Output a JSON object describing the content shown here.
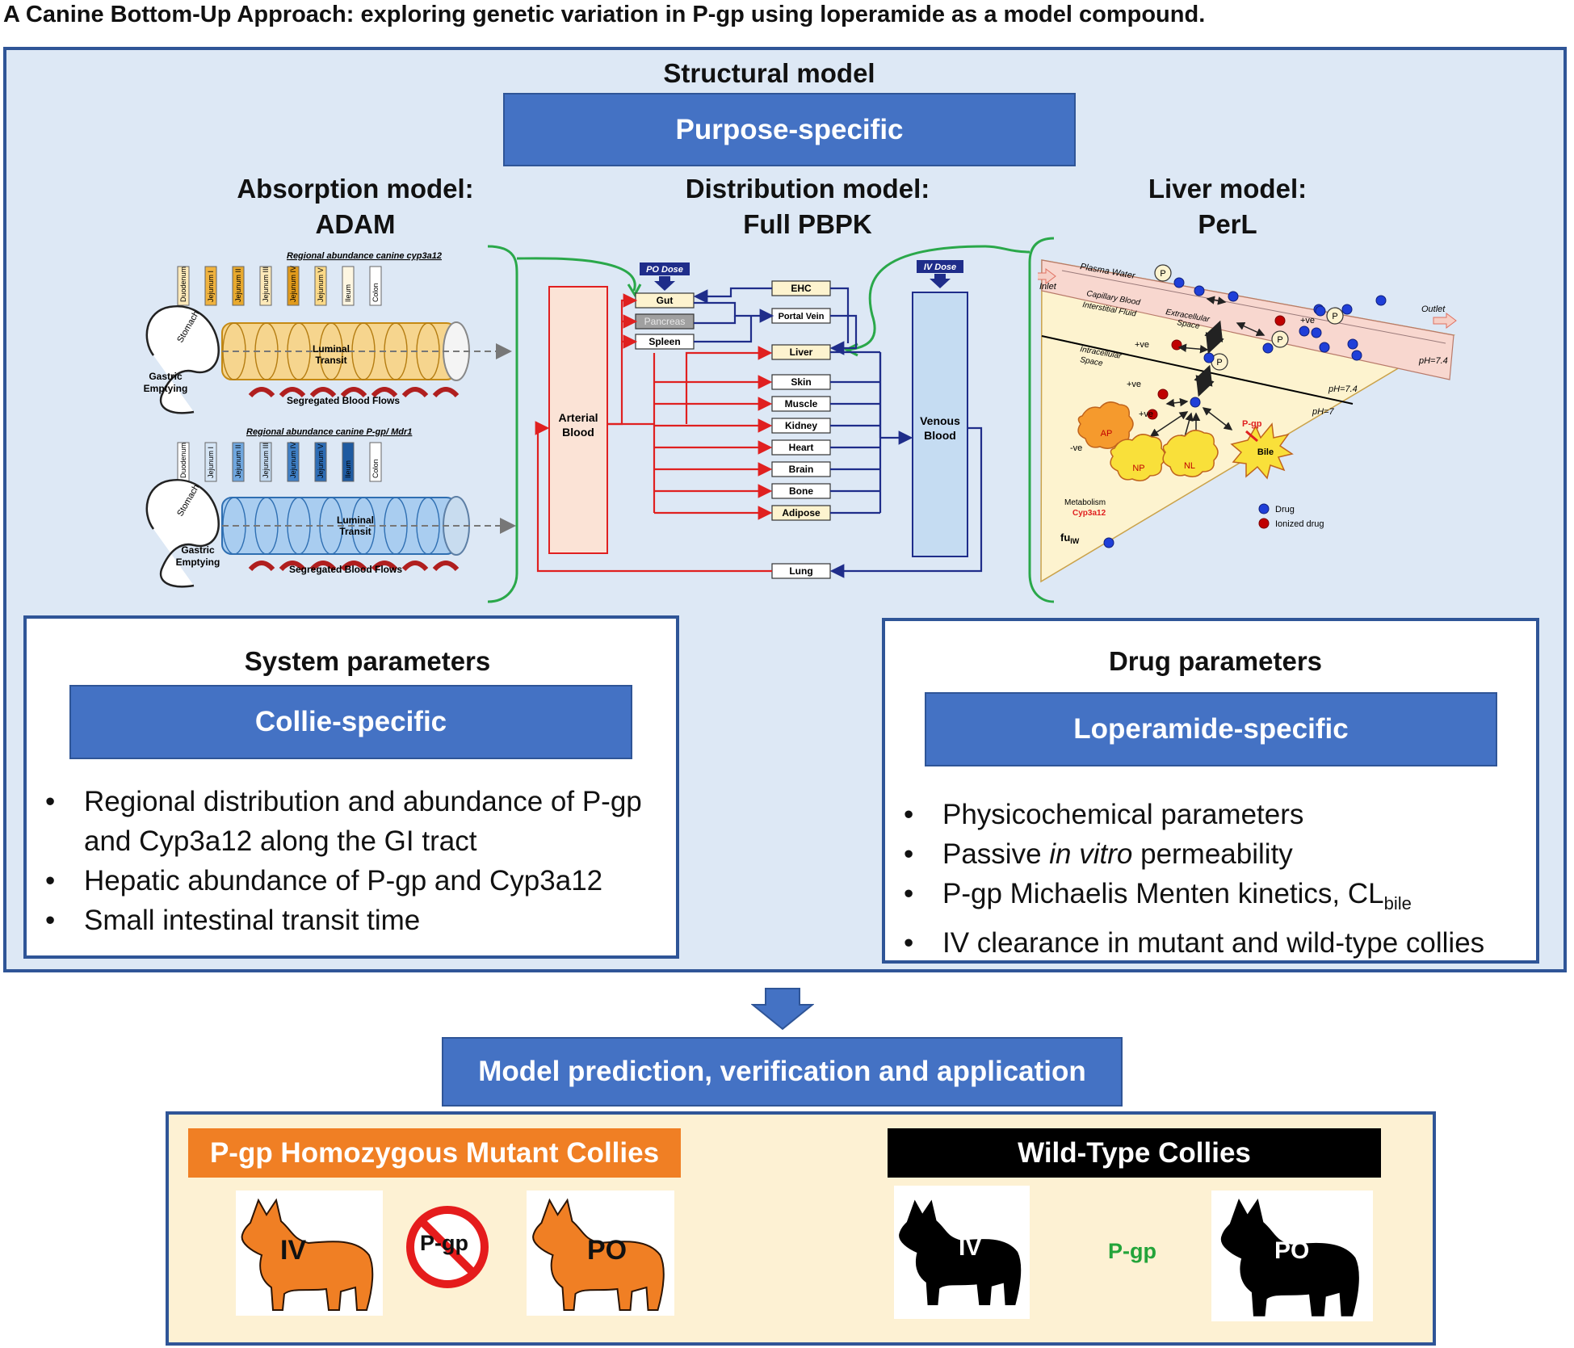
{
  "title": "A Canine Bottom-Up Approach: exploring genetic variation in P-gp using loperamide as a model compound.",
  "structural": {
    "heading": "Structural model",
    "banner": "Purpose-specific",
    "absorption_title_1": "Absorption model:",
    "absorption_title_2": "ADAM",
    "distribution_title_1": "Distribution model:",
    "distribution_title_2": "Full PBPK",
    "liver_title_1": "Liver model:",
    "liver_title_2": "PerL"
  },
  "adam": {
    "cyp_heading": "Regional abundance canine cyp3a12",
    "pgp_heading": "Regional abundance canine P-gp/ Mdr1",
    "segments": [
      "Duodenum",
      "Jejunum I",
      "Jejunum II",
      "Jejunum III",
      "Jejunum IV",
      "Jejunum V",
      "Ileum",
      "Colon"
    ],
    "stomach": "Stomach",
    "luminal_1": "Luminal",
    "luminal_2": "Transit",
    "gastric_1": "Gastric",
    "gastric_2": "Emptying",
    "blood_flows": "Segregated Blood Flows",
    "colors": {
      "cyp_tube": "#e8a92e",
      "pgp_tube": "#5b9bd5"
    }
  },
  "pbpk": {
    "po_dose": "PO Dose",
    "iv_dose": "IV Dose",
    "arterial_1": "Arterial",
    "arterial_2": "Blood",
    "venous_1": "Venous",
    "venous_2": "Blood",
    "gut": "Gut",
    "pancreas": "Pancreas",
    "spleen": "Spleen",
    "ehc": "EHC",
    "portal_vein": "Portal Vein",
    "liver": "Liver",
    "organs": [
      "Skin",
      "Muscle",
      "Kidney",
      "Heart",
      "Brain",
      "Bone",
      "Adipose"
    ],
    "lung": "Lung",
    "colors": {
      "arterial": "#e02020",
      "venous": "#1f2d8a",
      "organ_box": "#fdf3cf"
    }
  },
  "perl": {
    "plasma_water": "Plasma Water",
    "inlet": "Inlet",
    "outlet": "Outlet",
    "capillary_blood": "Capillary Blood",
    "interstitial_fluid": "Interstitial Fluid",
    "extracellular_1": "Extracellular",
    "extracellular_2": "Space",
    "intracellular_1": "Intracellular",
    "intracellular_2": "Space",
    "charge_pos": "+ve",
    "charge_neg": "-ve",
    "ph_74": "pH=7.4",
    "ph_7": "pH=7",
    "p_label": "P",
    "ap": "AP",
    "np": "NP",
    "nl": "NL",
    "pgp": "P-gp",
    "bile": "Bile",
    "metabolism": "Metabolism",
    "cyp": "Cyp3a12",
    "fu": "fu",
    "fu_sub": "IW",
    "legend_drug": "Drug",
    "legend_ionized": "Ionized drug",
    "colors": {
      "drug": "#1f3fd8",
      "ionized": "#c00000",
      "triangle": "#fdf3cf",
      "band": "#f8d7cf"
    }
  },
  "system": {
    "heading": "System parameters",
    "banner": "Collie-specific",
    "bullets": [
      "Regional distribution and abundance of P-gp and Cyp3a12 along the GI tract",
      "Hepatic abundance of P-gp and Cyp3a12",
      "Small intestinal transit time"
    ]
  },
  "drug": {
    "heading": "Drug parameters",
    "banner": "Loperamide-specific",
    "b1": "Physicochemical parameters",
    "b2_pre": "Passive ",
    "b2_em": "in vitro",
    "b2_post": " permeability",
    "b3_pre": "P-gp Michaelis Menten kinetics, CL",
    "b3_sub": "bile",
    "b4": "IV clearance in mutant and wild-type collies"
  },
  "prediction": {
    "banner": "Model prediction, verification and application"
  },
  "results": {
    "mutant_tag": "P-gp Homozygous Mutant Collies",
    "wildtype_tag": "Wild-Type Collies",
    "mutant_iv": "IV",
    "mutant_po": "PO",
    "no_pgp": "P-gp",
    "wt_iv": "IV",
    "wt_po": "PO",
    "wt_pgp": "P-gp",
    "colors": {
      "mutant": "#f07f24",
      "wildtype": "#000000",
      "pgp_green": "#23a43a",
      "accent": "#4472c4"
    }
  }
}
